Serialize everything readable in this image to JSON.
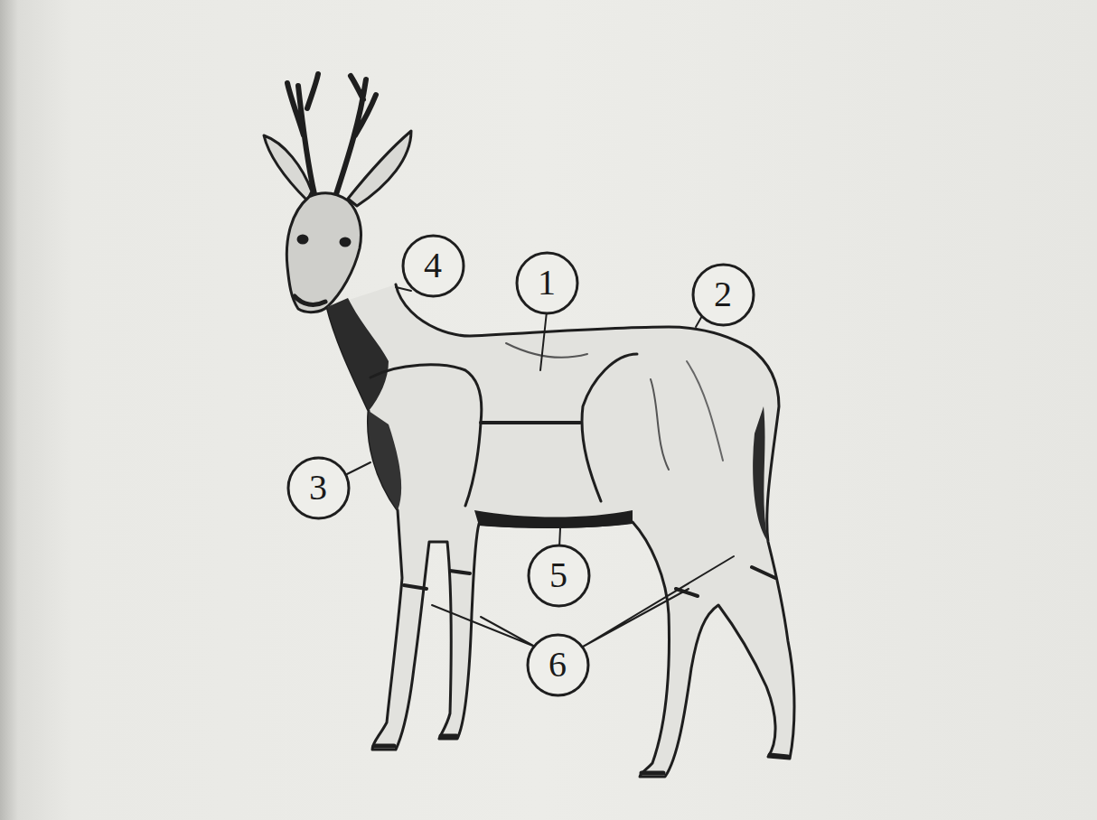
{
  "diagram": {
    "nodes": [
      {
        "text": [
          "4"
        ]
      },
      {
        "text": [
          "1"
        ]
      },
      {
        "text": [
          "2"
        ]
      },
      {
        "text": [
          "3"
        ]
      },
      {
        "text": [
          "5"
        ]
      },
      {
        "text": [
          "6"
        ]
      }
    ]
  }
}
